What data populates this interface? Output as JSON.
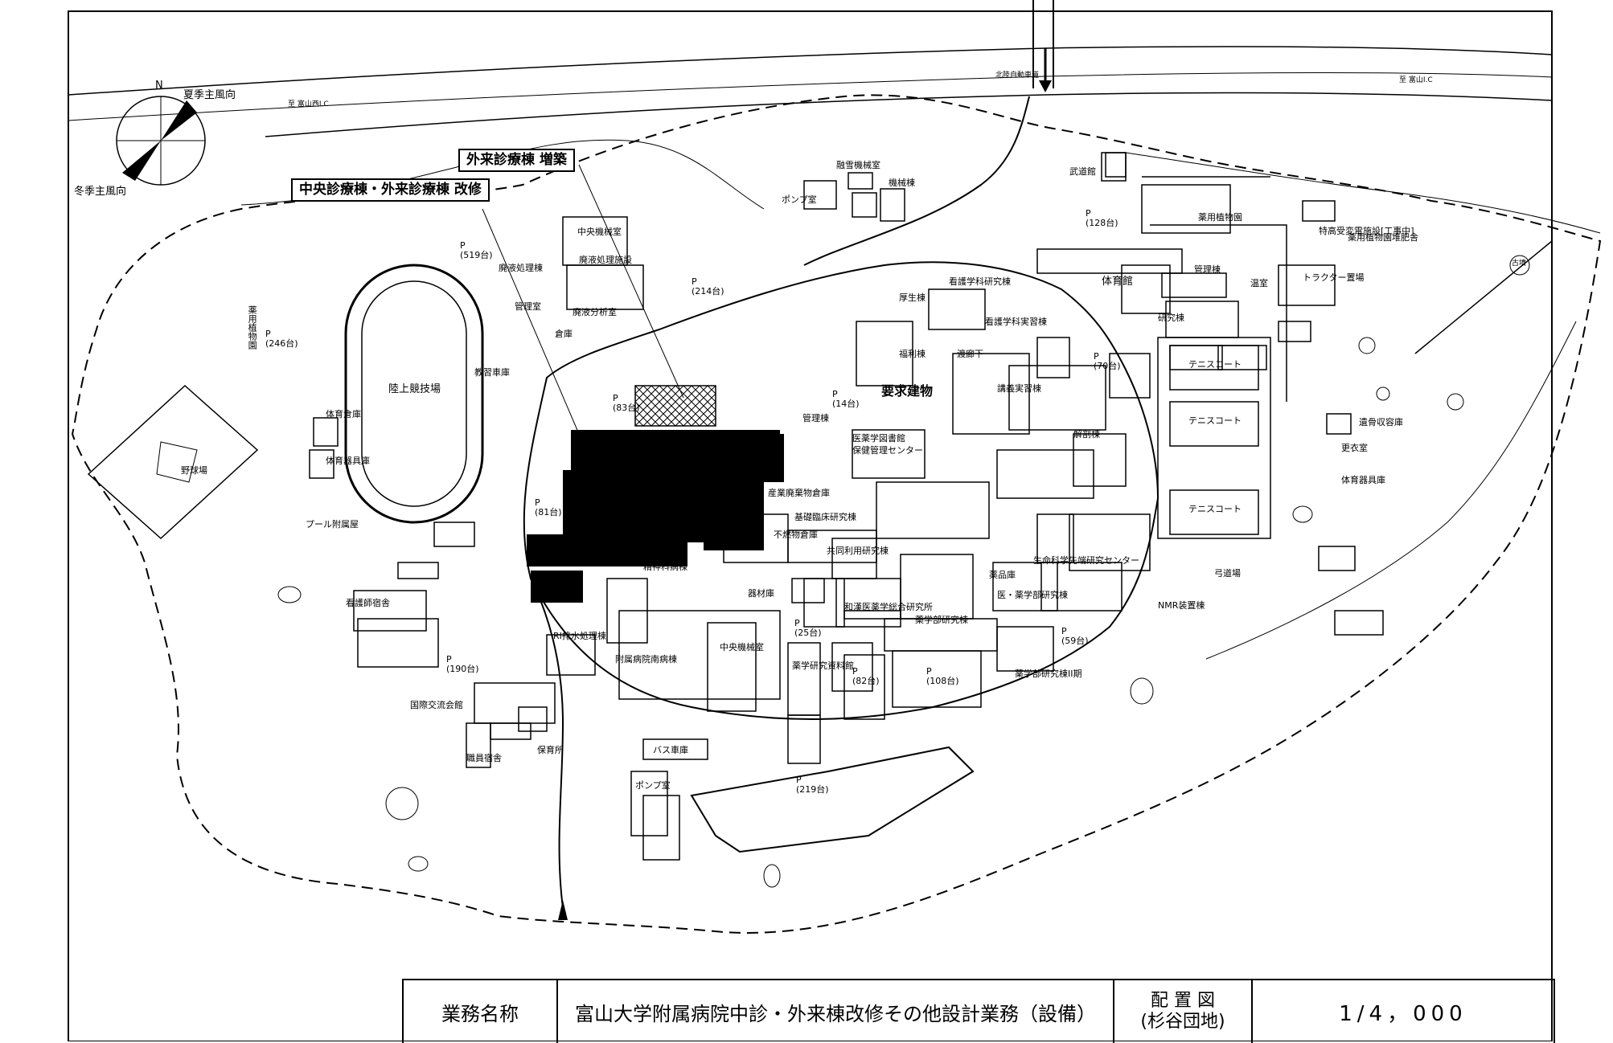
{
  "compass": {
    "north": "N",
    "summer_wind": "夏季主風向",
    "winter_wind": "冬季主風向"
  },
  "roads": {
    "expressway": "北陸自動車道",
    "to_toyama_west": "至 富山西I.C",
    "to_toyama": "至 富山I.C"
  },
  "callouts": {
    "outpatient_extension": "外来診療棟 増築",
    "central_renovation": "中央診療棟・外来診療棟 改修",
    "required_building": "要求建物"
  },
  "labels": [
    {
      "id": "medicinal-garden-west",
      "text": "薬用植物園"
    },
    {
      "id": "track-field",
      "text": "陸上競技場"
    },
    {
      "id": "baseball",
      "text": "野球場"
    },
    {
      "id": "gym-storage",
      "text": "体育倉庫"
    },
    {
      "id": "gym-equipment",
      "text": "体育器具庫"
    },
    {
      "id": "pool",
      "text": "プール附属屋"
    },
    {
      "id": "nurse-dorm",
      "text": "看護師宿舎"
    },
    {
      "id": "intl-hall",
      "text": "国際交流会館"
    },
    {
      "id": "staff-housing",
      "text": "職員宿舎"
    },
    {
      "id": "nursery",
      "text": "保育所"
    },
    {
      "id": "waste-liquid",
      "text": "廃液処理棟"
    },
    {
      "id": "mgmt-room",
      "text": "管理室"
    },
    {
      "id": "storage",
      "text": "倉庫"
    },
    {
      "id": "teaching-garage",
      "text": "教習車庫"
    },
    {
      "id": "central-machine",
      "text": "中央機械室"
    },
    {
      "id": "waste-facility",
      "text": "廃液処理施設"
    },
    {
      "id": "waste-analysis",
      "text": "廃液分析室"
    },
    {
      "id": "pump-room-n",
      "text": "ポンプ室"
    },
    {
      "id": "pipe-machine",
      "text": "融雪機械室"
    },
    {
      "id": "machine-bldg",
      "text": "機械棟"
    },
    {
      "id": "budokan",
      "text": "武道館"
    },
    {
      "id": "medicinal-garden-east",
      "text": "薬用植物園"
    },
    {
      "id": "management-bldg",
      "text": "管理棟"
    },
    {
      "id": "greenhouse",
      "text": "温室"
    },
    {
      "id": "research-bldg",
      "text": "研究棟"
    },
    {
      "id": "tractor",
      "text": "トラクター置場"
    },
    {
      "id": "special-hv",
      "text": "特高受変電施設[工事中]"
    },
    {
      "id": "compost",
      "text": "薬用植物園堆肥舎"
    },
    {
      "id": "tennis1",
      "text": "テニスコート"
    },
    {
      "id": "tennis2",
      "text": "テニスコート"
    },
    {
      "id": "tennis3",
      "text": "テニスコート"
    },
    {
      "id": "bone-storage",
      "text": "遺骨収容庫"
    },
    {
      "id": "changing",
      "text": "更衣室"
    },
    {
      "id": "sports-equip",
      "text": "体育器具庫"
    },
    {
      "id": "archery",
      "text": "弓道場"
    },
    {
      "id": "nmr",
      "text": "NMR装置棟"
    },
    {
      "id": "gymnasium",
      "text": "体育館"
    },
    {
      "id": "welfare",
      "text": "厚生棟"
    },
    {
      "id": "welfare2",
      "text": "福利棟"
    },
    {
      "id": "nursing-lab",
      "text": "看護学科研究棟"
    },
    {
      "id": "nursing-practice",
      "text": "看護学科実習棟"
    },
    {
      "id": "corridor",
      "text": "渡廊下"
    },
    {
      "id": "lecture-practice",
      "text": "講義実習棟"
    },
    {
      "id": "dissection",
      "text": "解剖棟"
    },
    {
      "id": "library",
      "text": "医薬学図書館"
    },
    {
      "id": "health-center",
      "text": "保健管理センター"
    },
    {
      "id": "admin",
      "text": "管理棟"
    },
    {
      "id": "industrial-waste",
      "text": "産業廃棄物倉庫"
    },
    {
      "id": "clinical-research",
      "text": "基礎臨床研究棟"
    },
    {
      "id": "uncertain",
      "text": "不燃物倉庫"
    },
    {
      "id": "joint-research",
      "text": "共同利用研究棟"
    },
    {
      "id": "life-science",
      "text": "生命科学先端研究センター"
    },
    {
      "id": "med-pharm",
      "text": "医・薬学部研究棟"
    },
    {
      "id": "kampo",
      "text": "和漢医薬学総合研究所"
    },
    {
      "id": "pharm-research",
      "text": "薬学部研究棟"
    },
    {
      "id": "pharm-research2",
      "text": "薬学部研究棟II期"
    },
    {
      "id": "chemicals",
      "text": "薬品庫"
    },
    {
      "id": "material",
      "text": "器材庫"
    },
    {
      "id": "psych",
      "text": "精神科病棟"
    },
    {
      "id": "ri-waste",
      "text": "RI排水処理棟"
    },
    {
      "id": "south-ward",
      "text": "附属病院南病棟"
    },
    {
      "id": "central-machine-s",
      "text": "中央機械室"
    },
    {
      "id": "pharm-lab",
      "text": "薬学研究資料館"
    },
    {
      "id": "bus-garage",
      "text": "バス車庫"
    },
    {
      "id": "pump-room-s",
      "text": "ポンプ室"
    },
    {
      "id": "ancient-tomb",
      "text": "古墳"
    }
  ],
  "parking": [
    {
      "id": "p-519",
      "text": "P",
      "cap": "(519台)"
    },
    {
      "id": "p-246",
      "text": "P",
      "cap": "(246台)"
    },
    {
      "id": "p-214",
      "text": "P",
      "cap": "(214台)"
    },
    {
      "id": "p-128",
      "text": "P",
      "cap": "(128台)"
    },
    {
      "id": "p-70",
      "text": "P",
      "cap": "(70台)"
    },
    {
      "id": "p-190",
      "text": "P",
      "cap": "(190台)"
    },
    {
      "id": "p-219",
      "text": "P",
      "cap": "(219台)"
    },
    {
      "id": "p-82",
      "text": "P",
      "cap": "(82台)"
    },
    {
      "id": "p-108",
      "text": "P",
      "cap": "(108台)"
    },
    {
      "id": "p-59",
      "text": "P",
      "cap": "(59台)"
    },
    {
      "id": "p-25",
      "text": "P",
      "cap": "(25台)"
    },
    {
      "id": "p-81",
      "text": "P",
      "cap": "(81台)"
    },
    {
      "id": "p-14",
      "text": "P",
      "cap": "(14台)"
    },
    {
      "id": "p-83",
      "text": "P",
      "cap": "(83台)"
    }
  ],
  "title_block": {
    "label": "業務名称",
    "name": "富山大学附属病院中診・外来棟改修その他設計業務（設備）",
    "drawing": "配 置 図",
    "site": "(杉谷団地)",
    "scale": "1/4，000"
  }
}
